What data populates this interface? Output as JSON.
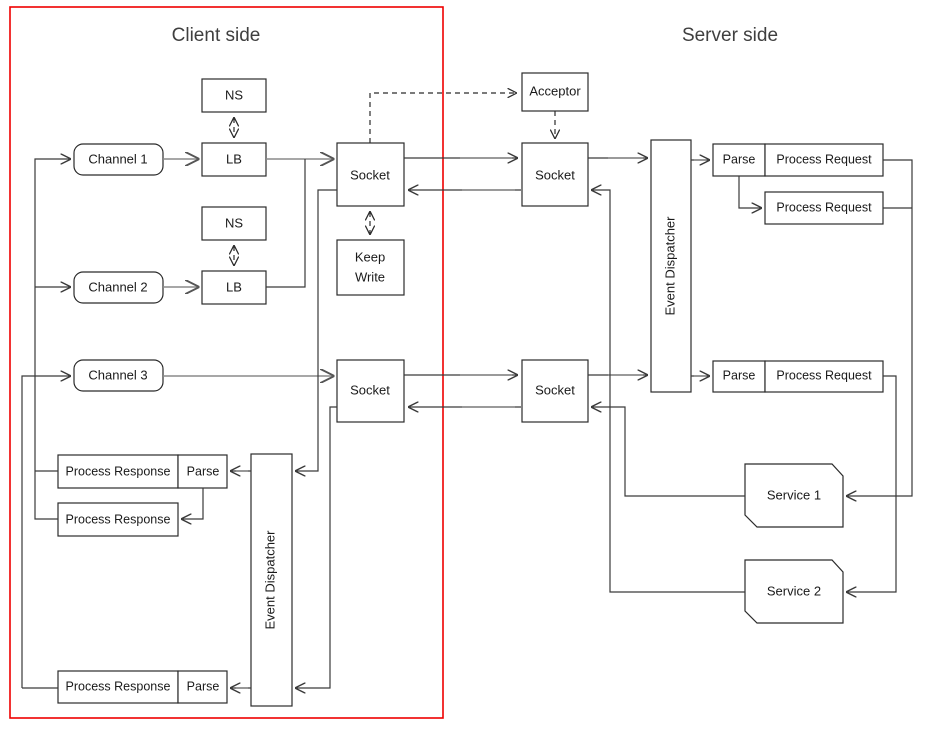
{
  "diagram": {
    "title_client": "Client side",
    "title_server": "Server side",
    "boundary_color": "#ee0000",
    "line_color": "#3a3a3a",
    "accent_line_color": "#8a8a8a"
  },
  "client": {
    "channels": [
      {
        "label": "Channel 1"
      },
      {
        "label": "Channel 2"
      },
      {
        "label": "Channel 3"
      }
    ],
    "name_services": [
      {
        "label": "NS"
      },
      {
        "label": "NS"
      }
    ],
    "load_balancers": [
      {
        "label": "LB"
      },
      {
        "label": "LB"
      }
    ],
    "sockets": [
      {
        "label": "Socket"
      },
      {
        "label": "Socket"
      }
    ],
    "keep_write": {
      "line1": "Keep",
      "line2": "Write"
    },
    "event_dispatcher": {
      "label": "Event Dispatcher"
    },
    "response_rows": [
      {
        "process": "Process Response",
        "parse": "Parse"
      },
      {
        "process": "Process Response",
        "parse": ""
      },
      {
        "process": "Process Response",
        "parse": "Parse"
      }
    ]
  },
  "server": {
    "acceptor": {
      "label": "Acceptor"
    },
    "sockets": [
      {
        "label": "Socket"
      },
      {
        "label": "Socket"
      }
    ],
    "event_dispatcher": {
      "label": "Event Dispatcher"
    },
    "request_rows": [
      {
        "parse": "Parse",
        "process": "Process Request"
      },
      {
        "parse": "",
        "process": "Process Request"
      },
      {
        "parse": "Parse",
        "process": "Process Request"
      }
    ],
    "services": [
      {
        "label": "Service 1"
      },
      {
        "label": "Service 2"
      }
    ]
  }
}
